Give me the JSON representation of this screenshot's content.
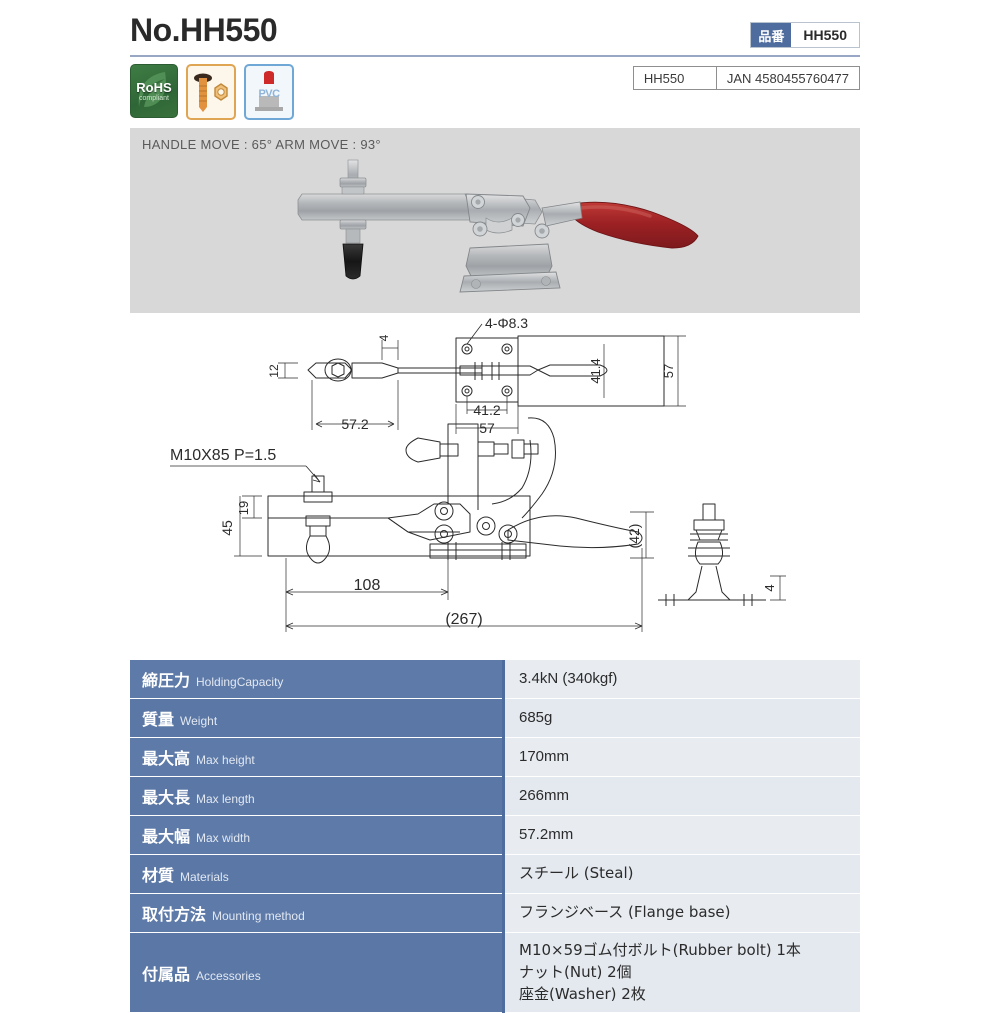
{
  "header": {
    "title": "No.HH550",
    "part_label": "品番",
    "part_number": "HH550",
    "jan_code": "HH550",
    "jan_number": "JAN 4580455760477"
  },
  "badges": [
    {
      "name": "rohs-badge",
      "line1": "RoHS",
      "line2": "compliant"
    },
    {
      "name": "bolt-badge",
      "line1": "",
      "line2": ""
    },
    {
      "name": "pvc-badge",
      "line1": "PVC",
      "line2": ""
    }
  ],
  "photo": {
    "caption": "HANDLE MOVE : 65° ARM MOVE : 93°",
    "background": "#d8d8d8",
    "handle_color": "#a8282a",
    "body_color": "#b9bcbe",
    "tip_color": "#1c1c1c"
  },
  "drawing": {
    "top_view": {
      "holes": "4-Φ8.3",
      "dim_12": "12",
      "dim_4": "4",
      "dim_57_2": "57.2",
      "dim_41_2": "41.2",
      "dim_57_bottom": "57",
      "dim_41_4": "41.4",
      "dim_57_right": "57"
    },
    "side_view": {
      "bolt_spec": "M10X85 P=1.5",
      "dim_19": "19",
      "dim_45": "45",
      "dim_108": "108",
      "dim_267": "(267)",
      "dim_42": "(42)"
    },
    "front_view": {
      "dim_4": "4"
    }
  },
  "spec_table": {
    "rows": [
      {
        "jp": "締圧力",
        "en": "HoldingCapacity",
        "value": [
          "3.4kN (340kgf)"
        ]
      },
      {
        "jp": "質量",
        "en": "Weight",
        "value": [
          "685g"
        ]
      },
      {
        "jp": "最大高",
        "en": "Max height",
        "value": [
          "170mm"
        ]
      },
      {
        "jp": "最大長",
        "en": "Max length",
        "value": [
          "266mm"
        ]
      },
      {
        "jp": "最大幅",
        "en": "Max width",
        "value": [
          "57.2mm"
        ]
      },
      {
        "jp": "材質",
        "en": "Materials",
        "value": [
          "スチール (Steal)"
        ]
      },
      {
        "jp": "取付方法",
        "en": "Mounting method",
        "value": [
          "フランジベース (Flange base)"
        ]
      },
      {
        "jp": "付属品",
        "en": "Accessories",
        "value": [
          "M10×59ゴム付ボルト(Rubber bolt) 1本",
          "ナット(Nut) 2個",
          "座金(Washer) 2枚"
        ]
      }
    ]
  },
  "colors": {
    "header_blue": "#4e6c9e",
    "table_header": "#5d7aa8",
    "table_value_bg": "#e8ecf1",
    "rule": "#98a8c4"
  }
}
